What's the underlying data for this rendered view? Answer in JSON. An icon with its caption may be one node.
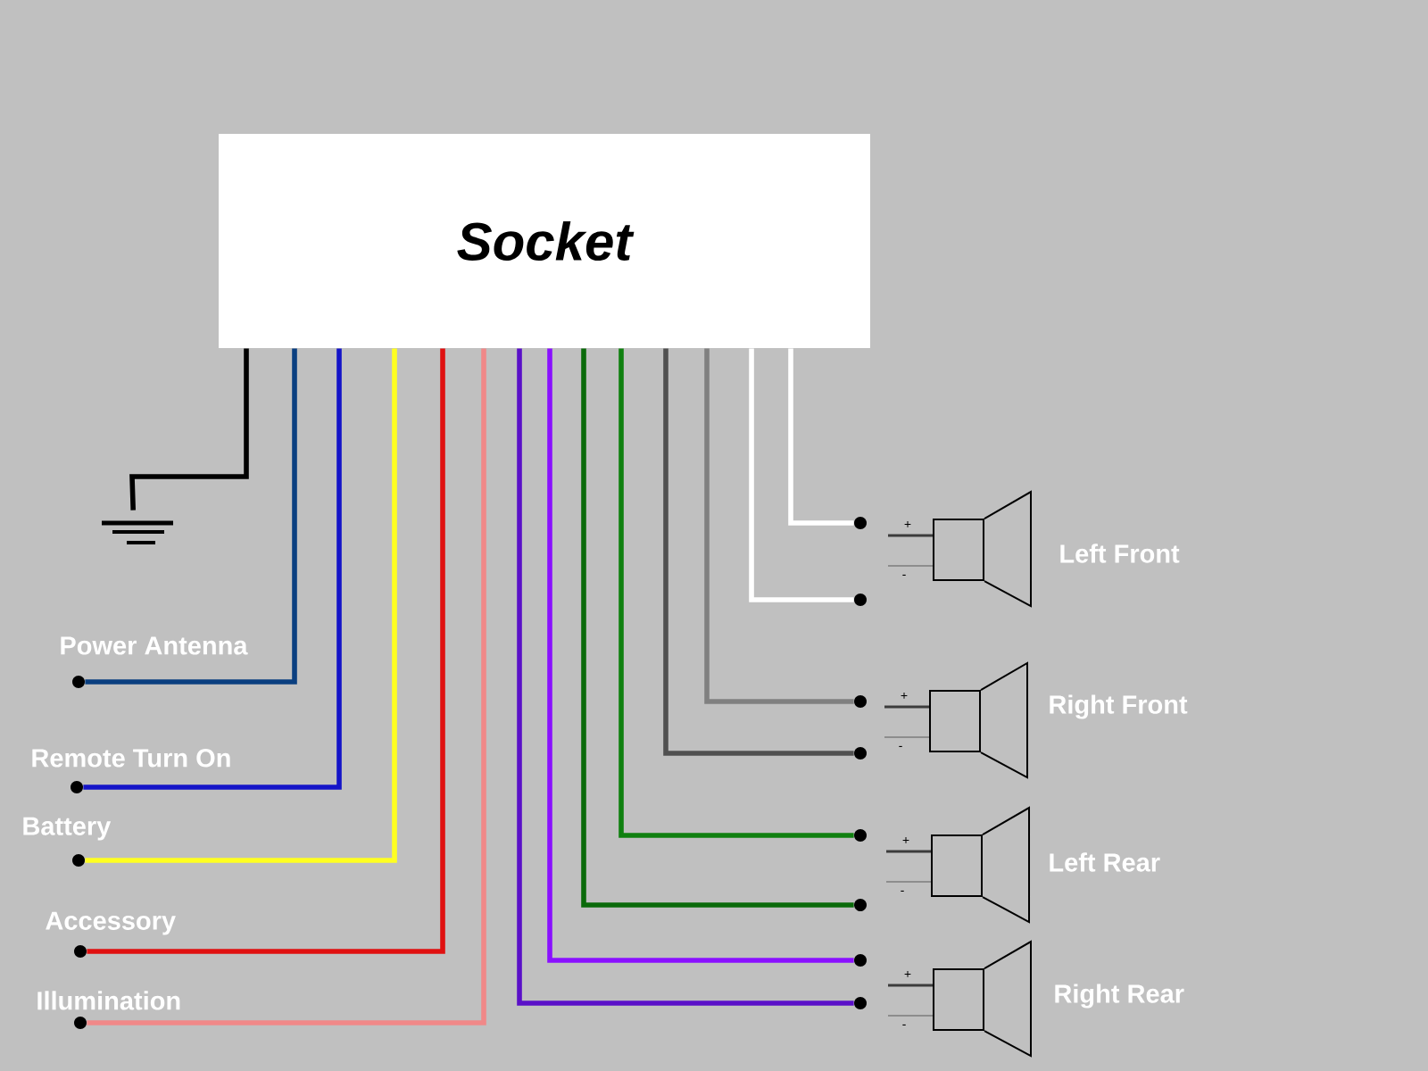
{
  "diagram": {
    "nodes": [
      {
        "text": [
          "Socket"
        ]
      },
      {
        "text": [],
        "shape": "ground"
      },
      {
        "text": [],
        "shape": "dot",
        "beside": [
          "Power Antenna"
        ]
      },
      {
        "text": [],
        "shape": "dot",
        "beside": [
          "Remote Turn On"
        ]
      },
      {
        "text": [],
        "shape": "dot",
        "beside": [
          "Battery"
        ]
      },
      {
        "text": [],
        "shape": "dot",
        "beside": [
          "Accessory"
        ]
      },
      {
        "text": [],
        "shape": "dot",
        "beside": [
          "Illumination"
        ]
      },
      {
        "text": [],
        "shape": "dot"
      },
      {
        "text": [],
        "shape": "dot"
      },
      {
        "text": [],
        "shape": "dot"
      },
      {
        "text": [],
        "shape": "dot"
      },
      {
        "text": [],
        "shape": "dot"
      },
      {
        "text": [],
        "shape": "dot"
      },
      {
        "text": [],
        "shape": "dot"
      },
      {
        "text": [],
        "shape": "dot"
      },
      {
        "text": [],
        "shape": "speaker",
        "beside": [
          "Left Front"
        ]
      },
      {
        "text": [],
        "shape": "speaker",
        "beside": [
          "Right Front"
        ]
      },
      {
        "text": [],
        "shape": "speaker",
        "beside": [
          "Left Rear"
        ]
      },
      {
        "text": [],
        "shape": "speaker",
        "beside": [
          "Right Rear"
        ]
      }
    ],
    "edges": [
      {
        "from": 0,
        "to": 1,
        "arrow": "none",
        "color": "#000000"
      },
      {
        "from": 0,
        "to": 2,
        "arrow": "none",
        "color": "#0a3f80"
      },
      {
        "from": 0,
        "to": 3,
        "arrow": "none",
        "color": "#1414c8"
      },
      {
        "from": 0,
        "to": 4,
        "arrow": "none",
        "color": "#ffff20"
      },
      {
        "from": 0,
        "to": 5,
        "arrow": "none",
        "color": "#e01010"
      },
      {
        "from": 0,
        "to": 6,
        "arrow": "none",
        "color": "#f08888"
      },
      {
        "from": 0,
        "to": 7,
        "arrow": "none",
        "color": "#ffffff"
      },
      {
        "from": 0,
        "to": 8,
        "arrow": "none",
        "color": "#ffffff"
      },
      {
        "from": 0,
        "to": 9,
        "arrow": "none",
        "color": "#808080"
      },
      {
        "from": 0,
        "to": 10,
        "arrow": "none",
        "color": "#505050"
      },
      {
        "from": 0,
        "to": 11,
        "arrow": "none",
        "color": "#108010"
      },
      {
        "from": 0,
        "to": 12,
        "arrow": "none",
        "color": "#0a6a0a"
      },
      {
        "from": 0,
        "to": 13,
        "arrow": "none",
        "color": "#8a10ff"
      },
      {
        "from": 0,
        "to": 14,
        "arrow": "none",
        "color": "#5a10c8"
      }
    ],
    "labels": [
      "+",
      "-",
      "+",
      "-",
      "+",
      "-",
      "+",
      "-"
    ]
  }
}
